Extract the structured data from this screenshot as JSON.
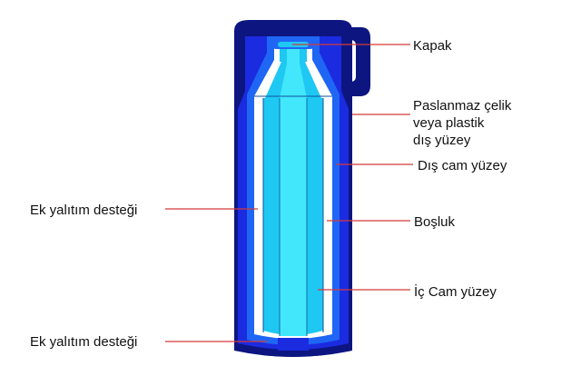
{
  "colors": {
    "outer_shell": "#0d1580",
    "outer_wall": "#1b2be0",
    "glass_wall": "#1f66f5",
    "inner_body": "#1ec8f2",
    "inner_highlight": "#43e7fb",
    "gap": "#ffffff",
    "leader_line": "#d43a3a"
  },
  "labels": {
    "lid": "Kapak",
    "outer_surface": "Paslanmaz çelik\nveya plastik\ndış yüzey",
    "outer_glass": "Dış cam yüzey",
    "insulation_support_top": "Ek yalıtım desteği",
    "gap": "Boşluk",
    "inner_glass": "İç Cam yüzey",
    "insulation_support_bottom": "Ek yalıtım desteği"
  }
}
